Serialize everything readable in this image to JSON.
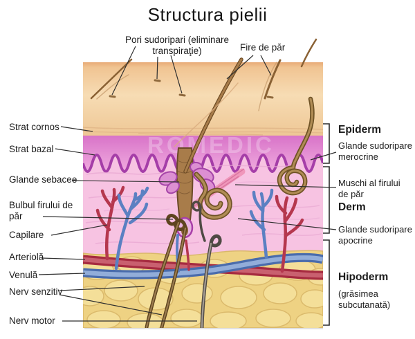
{
  "title": "Structura pielii",
  "watermark": "ROMEDIC",
  "labels_top": {
    "pori": "Pori sudoripari (eliminare transpiraţie)",
    "fire": "Fire de păr"
  },
  "labels_left": {
    "strat_cornos": "Strat cornos",
    "strat_bazal": "Strat bazal",
    "glande_sebacee": "Glande sebacee",
    "bulbul": "Bulbul firului de păr",
    "capilare": "Capilare",
    "arteriola": "Arteriolă",
    "venula": "Venulă",
    "nerv_senzitiv": "Nerv senzitiv",
    "nerv_motor": "Nerv motor"
  },
  "labels_right": {
    "epiderm": "Epiderm",
    "merocrine": "Glande sudoripare merocrine",
    "muschi": "Muschi al firului de păr",
    "derm": "Derm",
    "apocrine": "Glande sudoripare apocrine",
    "hipoderm": "Hipoderm",
    "hipoderm_sub": "(grăsimea subcutanată)"
  },
  "colors": {
    "stratum_corneum": "#f6dcb4",
    "epidermis": "#dd7bce",
    "basal_wave_line": "#a53ea8",
    "dermis": "#f7c3e2",
    "hypodermis": "#eed283",
    "arteriole": "#a62b40",
    "venule": "#4a6cac",
    "capillary_red": "#b5374e",
    "capillary_blue": "#5b80c2",
    "hair": "#8a6134",
    "gland_coil": "#a8854f",
    "nerve_brown": "#5e441f",
    "nerve_gray": "#4f4a44",
    "sebaceous": "#dc8fd2",
    "muscle_pink": "#ee8fb4"
  }
}
